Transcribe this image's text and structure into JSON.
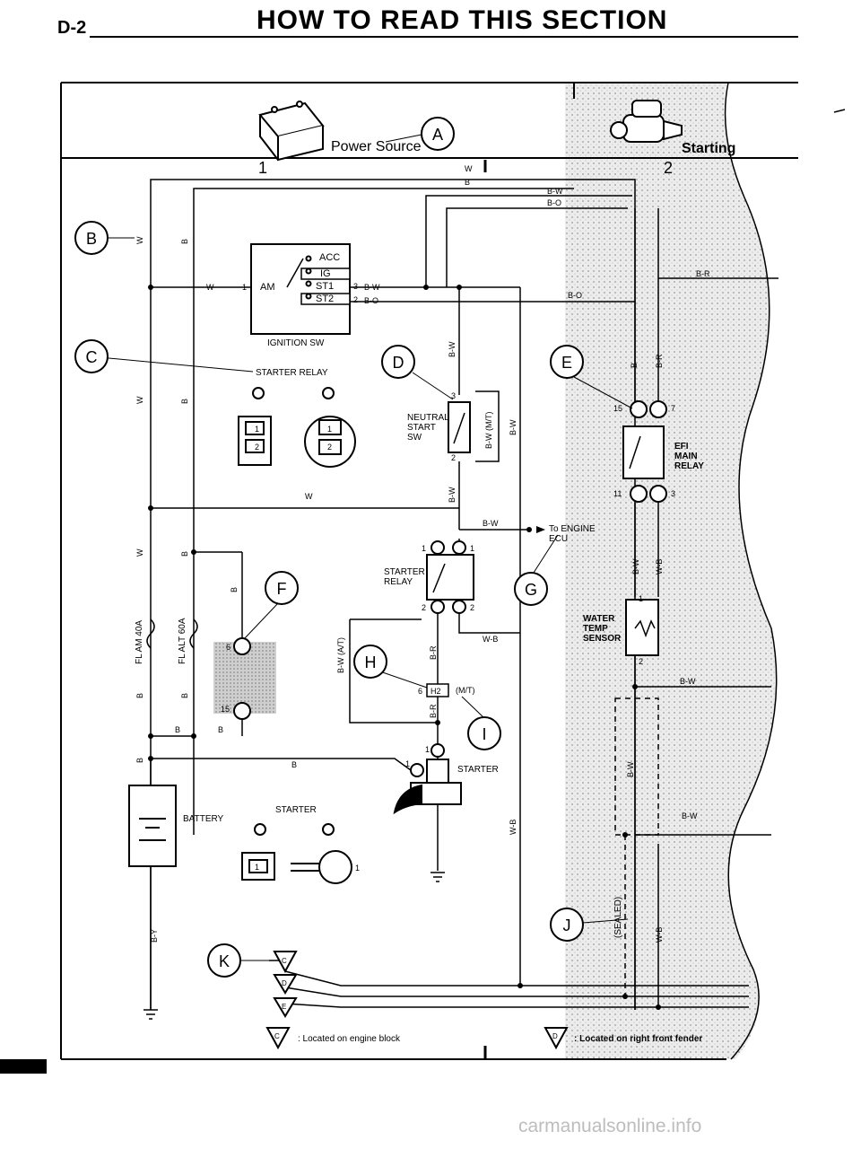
{
  "header": {
    "page": "D-2",
    "title": "HOW TO READ THIS SECTION"
  },
  "banner": {
    "power_source": "Power Source",
    "starting": "Starting",
    "sheet1": "1",
    "sheet2": "2"
  },
  "callouts": {
    "A": "A",
    "B": "B",
    "C": "C",
    "D": "D",
    "E": "E",
    "F": "F",
    "G": "G",
    "H": "H",
    "I": "I",
    "J": "J",
    "K": "K"
  },
  "wires": {
    "w": "W",
    "b": "B",
    "bw": "B-W",
    "bo": "B-O",
    "br": "B-R",
    "wb": "W-B",
    "by": "B-Y",
    "bw_mt": "B-W (M/T)",
    "bw_at": "B-W (A/T)"
  },
  "components": {
    "ignition_sw": "IGNITION SW",
    "acc": "ACC",
    "ig": "IG",
    "st1": "ST1",
    "st2": "ST2",
    "am": "AM",
    "starter_relay": "STARTER RELAY",
    "neutral_start_sw": [
      "NEUTRAL",
      "START",
      "SW"
    ],
    "starter_relay2": [
      "STARTER",
      "RELAY"
    ],
    "to_engine_ecu": [
      "To ENGINE",
      "ECU"
    ],
    "efi_main_relay": [
      "EFI",
      "MAIN",
      "RELAY"
    ],
    "water_temp_sensor": [
      "WATER",
      "TEMP",
      "SENSOR"
    ],
    "fl_am": "FL AM 40A",
    "fl_alt": "FL ALT 60A",
    "starter": "STARTER",
    "battery": "BATTERY",
    "starter_conn": "STARTER",
    "sealed": "(SEALED)",
    "mt": "(M/T)"
  },
  "pins": {
    "p1": "1",
    "p2": "2",
    "p3": "3",
    "p6": "6",
    "p7": "7",
    "p11": "11",
    "p15": "15",
    "h2": "H2"
  },
  "grounds": {
    "c": "C",
    "d": "D",
    "e": "E"
  },
  "legend": {
    "c_text": ": Located on engine block",
    "d_text": ": Located on right front fender"
  },
  "watermark": "carmanualsonline.info"
}
